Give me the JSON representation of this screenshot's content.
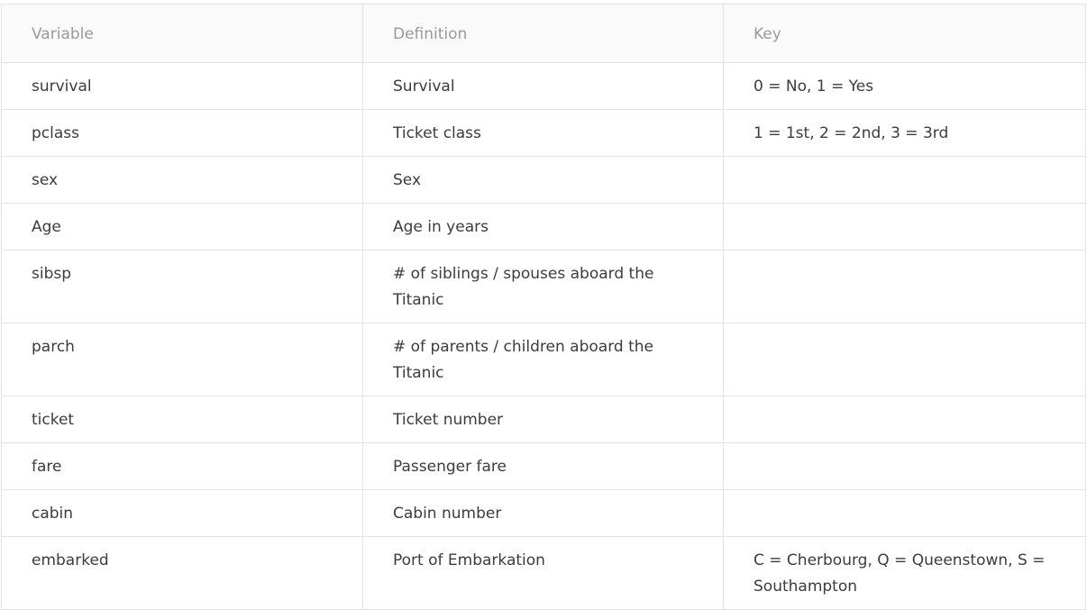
{
  "table": {
    "headers": [
      "Variable",
      "Definition",
      "Key"
    ],
    "rows": [
      {
        "variable": "survival",
        "definition": "Survival",
        "key": "0 = No, 1 = Yes"
      },
      {
        "variable": "pclass",
        "definition": "Ticket class",
        "key": "1 = 1st, 2 = 2nd, 3 = 3rd"
      },
      {
        "variable": "sex",
        "definition": "Sex",
        "key": ""
      },
      {
        "variable": "Age",
        "definition": "Age in years",
        "key": ""
      },
      {
        "variable": "sibsp",
        "definition": "# of siblings / spouses aboard the Titanic",
        "key": ""
      },
      {
        "variable": "parch",
        "definition": "# of parents / children aboard the Titanic",
        "key": ""
      },
      {
        "variable": "ticket",
        "definition": "Ticket number",
        "key": ""
      },
      {
        "variable": "fare",
        "definition": "Passenger fare",
        "key": ""
      },
      {
        "variable": "cabin",
        "definition": "Cabin number",
        "key": ""
      },
      {
        "variable": "embarked",
        "definition": "Port of Embarkation",
        "key": "C = Cherbourg, Q = Queenstown, S = Southampton"
      }
    ]
  }
}
